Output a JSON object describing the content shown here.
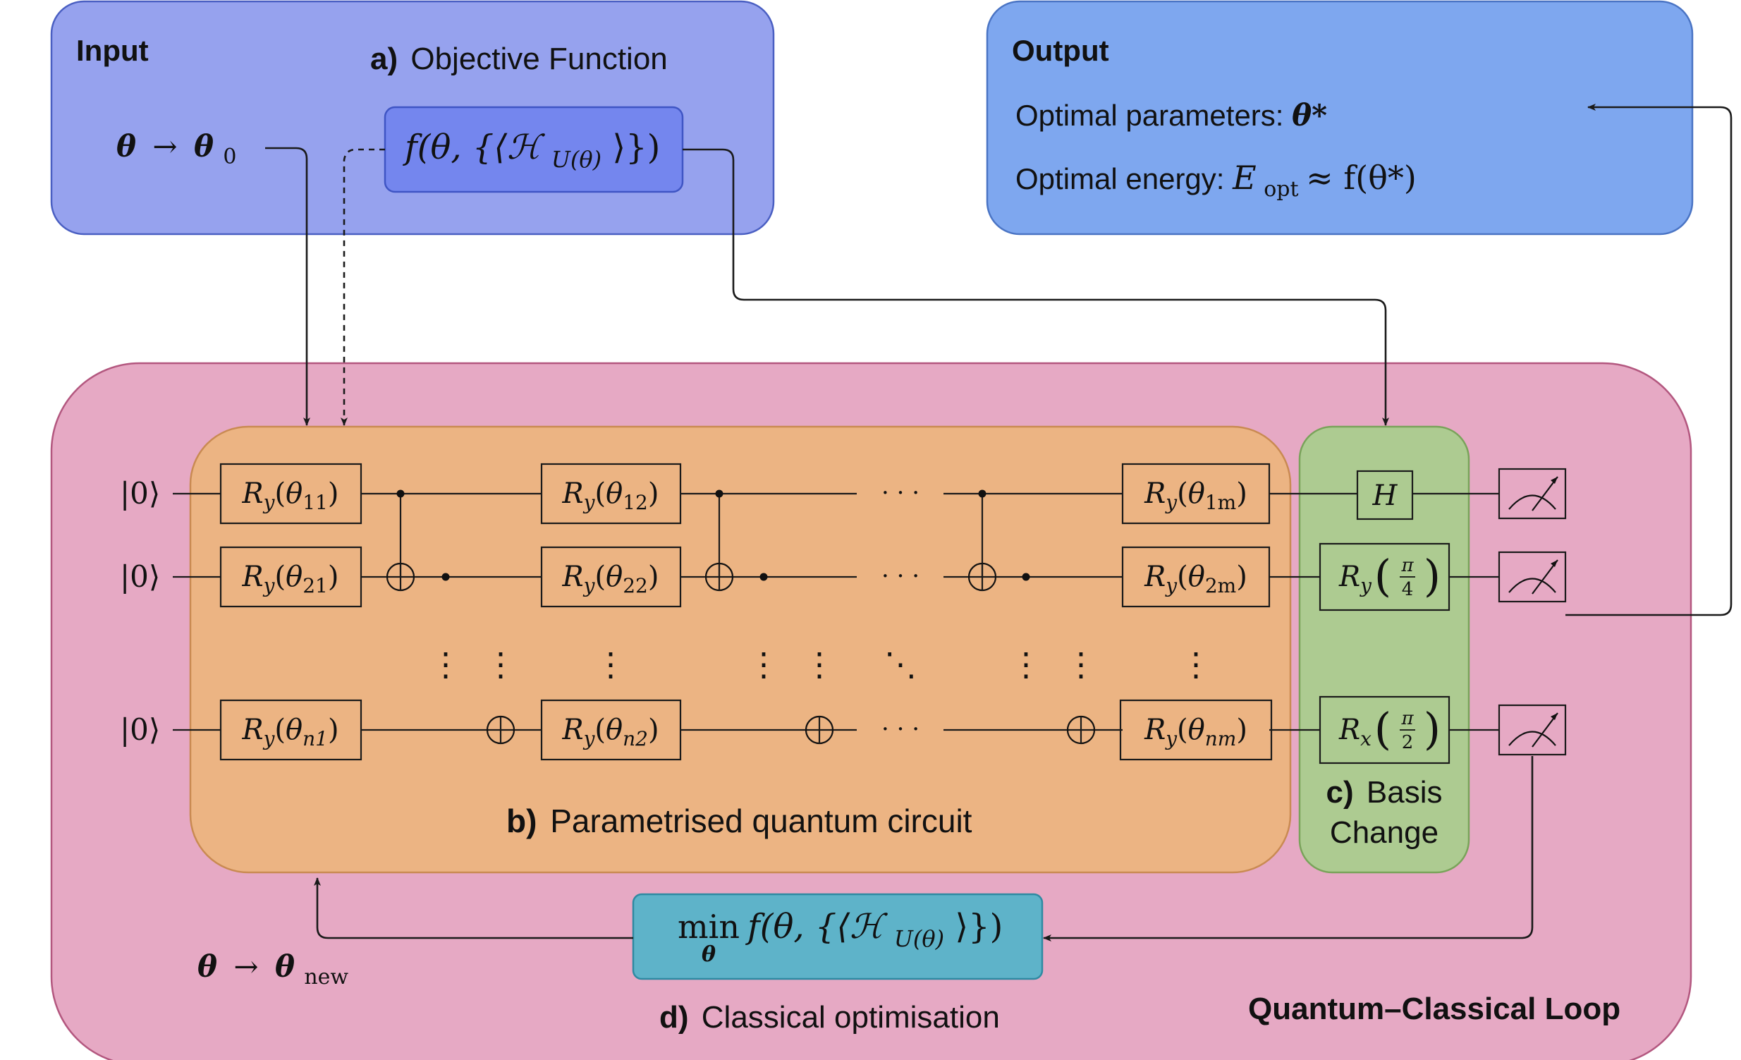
{
  "input": {
    "title": "Input",
    "init_lhs": "θ",
    "init_arrow": "→",
    "init_rhs": "θ",
    "init_sub": "0"
  },
  "objective": {
    "label_letter": "a)",
    "label_text": "Objective Function",
    "formula_main": "f(θ, {⟨ℋ",
    "formula_sub": "U(θ)",
    "formula_end": "⟩})"
  },
  "output": {
    "title": "Output",
    "params_label": "Optimal parameters: ",
    "params_symbol": "θ*",
    "energy_label": "Optimal energy: ",
    "energy_symbol": "E",
    "energy_sub": "opt",
    "energy_rhs": " ≈ f(θ*)"
  },
  "loop": {
    "title": "Quantum–Classical Loop",
    "update_lhs": "θ",
    "update_arrow": "→",
    "update_rhs": "θ",
    "update_sub": "new"
  },
  "circuit": {
    "label_letter": "b)",
    "label_text": "Parametrised quantum circuit",
    "qubit_states": [
      "|0⟩",
      "|0⟩",
      "|0⟩"
    ],
    "gate_name": "R",
    "gate_sub": "y",
    "theta": "θ",
    "row1_gates": [
      "11",
      "12",
      "1m"
    ],
    "row2_gates": [
      "21",
      "22",
      "2m"
    ],
    "row3_gates": [
      "n1",
      "n2",
      "nm"
    ],
    "hdots": "· · ·",
    "vdots": "⋮",
    "ddots": "⋱"
  },
  "basis": {
    "label_letter": "c)",
    "label_text_1": "Basis",
    "label_text_2": "Change",
    "gate_h": "H",
    "gate_ry_name": "R",
    "gate_ry_sub": "y",
    "gate_ry_num": "π",
    "gate_ry_den": "4",
    "gate_rx_name": "R",
    "gate_rx_sub": "x",
    "gate_rx_num": "π",
    "gate_rx_den": "2"
  },
  "optimiser": {
    "label_letter": "d)",
    "label_text": "Classical optimisation",
    "min_word": "min",
    "min_sub": "θ",
    "formula_main": "f(θ, {⟨ℋ",
    "formula_sub": "U(θ)",
    "formula_end": "⟩})"
  },
  "colors": {
    "input_fill": "#96a2ee",
    "input_stroke": "#4a5fc2",
    "objective_fill": "#7486ee",
    "output_fill": "#7ea7ef",
    "output_stroke": "#4a74c4",
    "loop_fill": "#e6a9c4",
    "loop_stroke": "#b3577f",
    "circuit_fill": "#ecb483",
    "circuit_stroke": "#c98a52",
    "basis_fill": "#adcb91",
    "basis_stroke": "#79a35a",
    "optimiser_fill": "#5eb3c9",
    "optimiser_stroke": "#2f8aa2"
  }
}
